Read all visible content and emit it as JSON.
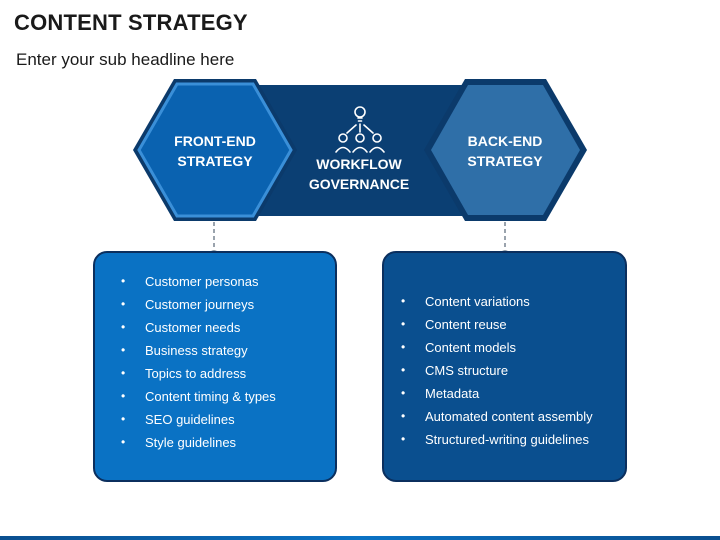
{
  "header": {
    "title": "CONTENT STRATEGY",
    "subtitle": "Enter your sub headline here"
  },
  "diagram": {
    "left_hex": {
      "line1": "FRONT-END",
      "line2": "STRATEGY"
    },
    "center": {
      "line1": "WORKFLOW",
      "line2": "GOVERNANCE",
      "icon": "team-idea-icon"
    },
    "right_hex": {
      "line1": "BACK-END",
      "line2": "STRATEGY"
    },
    "left_list": [
      "Customer personas",
      "Customer journeys",
      "Customer needs",
      "Business strategy",
      "Topics to address",
      "Content timing & types",
      "SEO guidelines",
      "Style guidelines"
    ],
    "right_list": [
      "Content variations",
      "Content reuse",
      "Content models",
      "CMS structure",
      "Metadata",
      "Automated content assembly",
      "Structured-writing guidelines"
    ]
  },
  "colors": {
    "dark_navy": "#0b3a6b",
    "band_navy": "#0b3f73",
    "left_hex_fill": "#0a62b0",
    "left_hex_border": "#3a8fd8",
    "right_hex_fill": "#2f6fa8",
    "right_hex_border": "#0b3a6b",
    "left_box": "#0a72c4",
    "right_box": "#0a4f8f"
  }
}
